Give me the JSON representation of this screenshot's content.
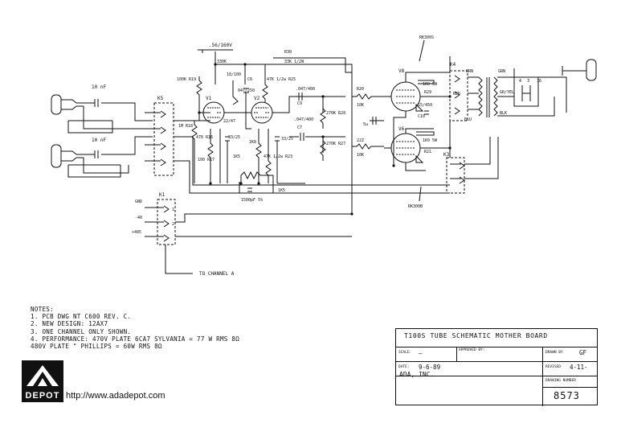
{
  "schematic": {
    "labels": {
      "cap_in1": "10 nF",
      "cap_in2": "10 nF",
      "k5": "K5",
      "k1": "K1",
      "k3": "K3",
      "k4": "K4",
      "v1": "V1",
      "v2": "V2",
      "v8": "V8",
      "v6": "V6",
      "r19": "100K R19",
      "r18": "1M R18",
      "r17": "100 R17",
      "r_470": "470 R16",
      "c_22_47": "22/47",
      "c_10_100": "10/100",
      "c6": "C6",
      "c_047_250": "047/250",
      "r_330k": "330K",
      "r25": "47K 1/2w R25",
      "r23": "47K 1/2w R23",
      "r_1k5": "1K5",
      "r_1k8": "1K8",
      "c_33_25a": "33/25",
      "c_33_25b": "33/25",
      "supply_cap": ".56/160V",
      "r30": "R30",
      "r30_val": "33K 1/2W",
      "c_047_400a": ".047/400",
      "c_047_400b": ".047/400",
      "c9": "C9",
      "c7": "C7",
      "r28": "270K R28",
      "r27": "270K R27",
      "r20": "R20",
      "r20_val": "10K",
      "r22": "22Z",
      "r22_val": "10K",
      "c_5u": "5u",
      "r_1k5_bottom": "1K5",
      "c_1500": "1500pF 5%",
      "rk300s": "RK300S",
      "rk300b": "RK300B",
      "r_1k0_5w_a": "1K0 5W",
      "r29": "R29",
      "r_1k0_5w_b": "1K0 5W",
      "r21": "R21",
      "c_15_450": "15/450",
      "c10": "C10",
      "brn": "BRN",
      "red": "RED",
      "blu": "BLU",
      "grn": "GRN",
      "gr_yel": "GR/YEL",
      "blk": "BLK",
      "pin_4": "4",
      "pin_3": "3",
      "pin_16": "16",
      "gnd": "GND",
      "minus40": "-40",
      "plus485": "+485",
      "to_channel_a": "TO CHANNEL A",
      "pin_1": "1",
      "pin_2": "2"
    }
  },
  "notes": {
    "heading": "NOTES:",
    "items": [
      "1.  PCB DWG NT C600 REV. C.",
      "2.  NEW DESIGN: 12AX7",
      "3.  ONE CHANNEL  ONLY  SHOWN.",
      "4.  PERFORMANCE:     470V PLATE      6CA7 SYLVANIA  =  77 W RMS  8Ω",
      "                     480V PLATE        \"    PHILLIPS  =  60W RMS  8Ω"
    ]
  },
  "title_block": {
    "title": "T100S  TUBE  SCHEMATIC  MOTHER  BOARD",
    "scale_label": "SCALE:",
    "scale_value": "—",
    "approved_label": "APPROVED BY:",
    "drawn_label": "DRAWN BY",
    "drawn_value": "GF",
    "date_label": "DATE:",
    "date_value": "9-6-89",
    "revised_label": "REVISED",
    "revised_value": "4-11-",
    "company": "ADA, INC.",
    "drawing_number_label": "DRAWING NUMBER",
    "drawing_number": "8573"
  },
  "branding": {
    "logo_text": "DEPOT",
    "url": "http://www.adadepot.com"
  }
}
